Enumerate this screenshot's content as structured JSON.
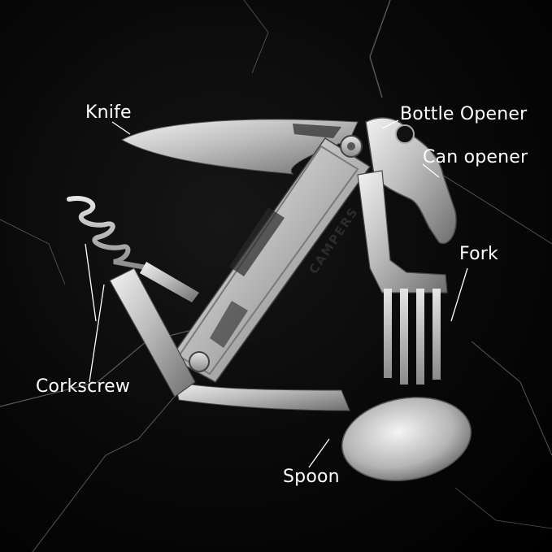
{
  "image": {
    "subject": "multi-tool",
    "brand": "CAMPERS",
    "background_color": "#050505",
    "metal_color": "#c9c9c9",
    "label_color": "#ffffff"
  },
  "labels": {
    "knife": "Knife",
    "bottle_opener": "Bottle Opener",
    "can_opener": "Can opener",
    "fork": "Fork",
    "corkscrew": "Corkscrew",
    "spoon": "Spoon"
  }
}
